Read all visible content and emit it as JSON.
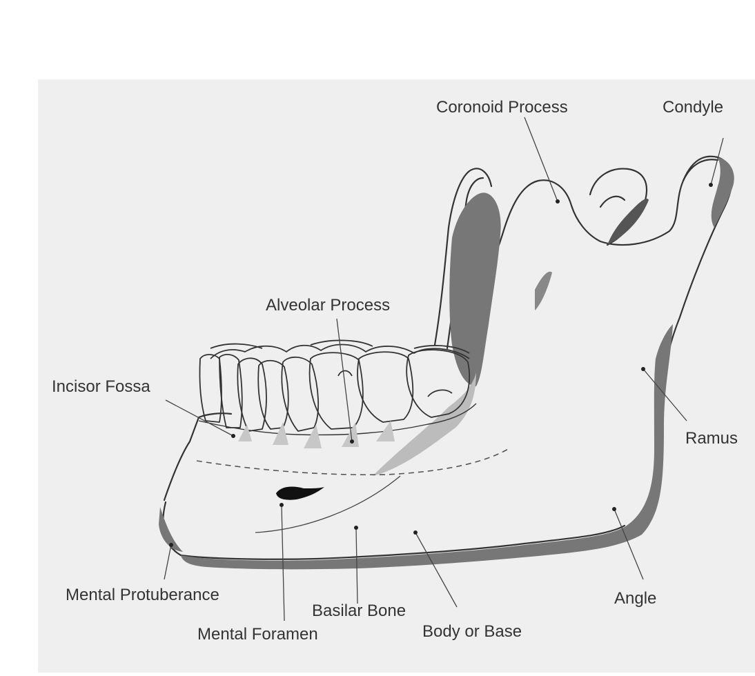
{
  "labels": {
    "coronoid_process": "Coronoid Process",
    "condyle": "Condyle",
    "alveolar_process": "Alveolar Process",
    "incisor_fossa": "Incisor Fossa",
    "ramus": "Ramus",
    "mental_protuberance": "Mental Protuberance",
    "basilar_bone": "Basilar Bone",
    "angle": "Angle",
    "mental_foramen": "Mental Foramen",
    "body_or_base": "Body or Base"
  },
  "colors": {
    "background": "#efefef",
    "outline": "#333333",
    "shading": "#6e6e6e",
    "light_shading": "#bdbdbd"
  }
}
